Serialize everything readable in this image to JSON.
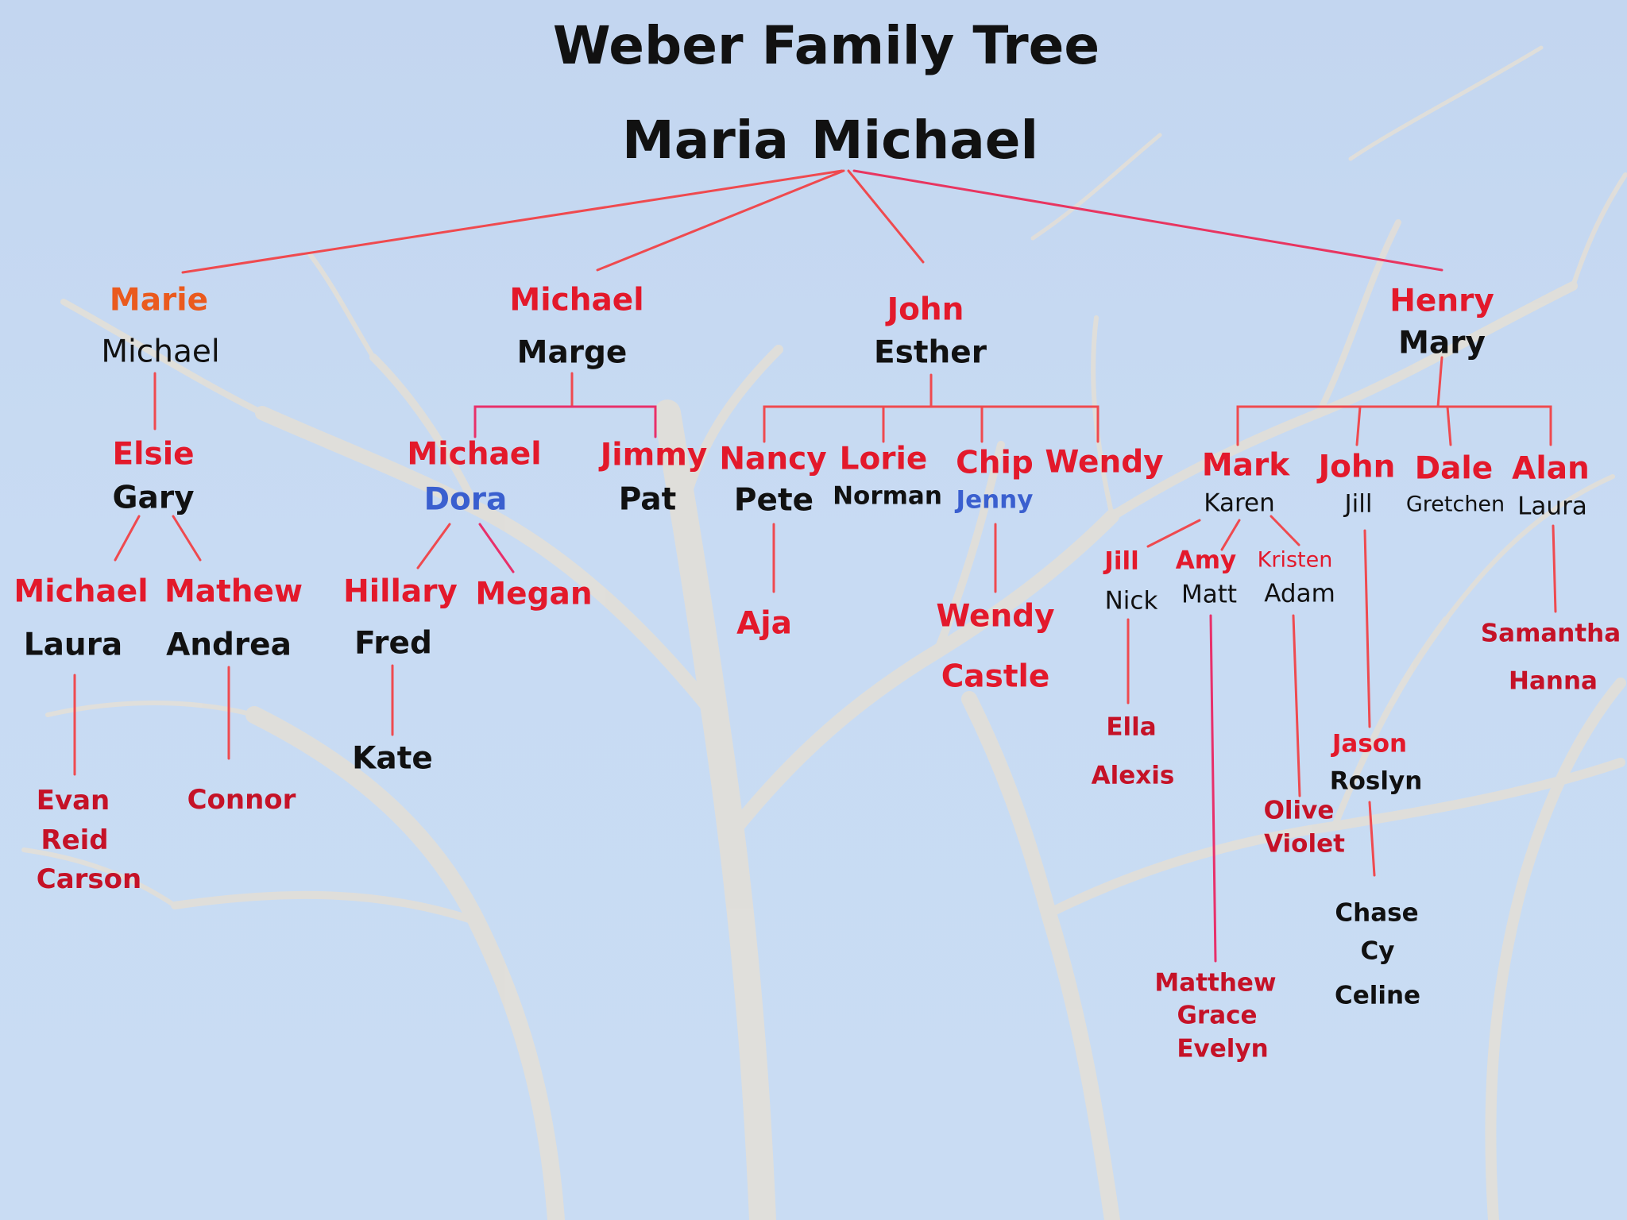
{
  "title": "Weber Family Tree",
  "colors": {
    "blood_relative": "#e3192b",
    "blood_relative_dark": "#c51227",
    "first_child": "#ea5a1e",
    "spouse": "#111111",
    "spouse_alt": "#3a5fcf",
    "connector": "#e8394a",
    "background": "#c6d9f2"
  },
  "root": {
    "left": "Maria",
    "right": "Michael"
  },
  "generation_1": [
    {
      "name": "Marie",
      "spouse": "Michael"
    },
    {
      "name": "Michael",
      "spouse": "Marge"
    },
    {
      "name": "John",
      "spouse": "Esther"
    },
    {
      "name": "Henry",
      "spouse": "Mary"
    }
  ],
  "generation_2": {
    "marie_family": [
      {
        "name": "Elsie",
        "spouse": "Gary"
      }
    ],
    "michael_family": [
      {
        "name": "Michael",
        "spouse": "Dora"
      },
      {
        "name": "Jimmy",
        "spouse": "Pat"
      }
    ],
    "john_family": [
      {
        "name": "Nancy",
        "spouse": "Pete"
      },
      {
        "name": "Lorie",
        "spouse": "Norman"
      },
      {
        "name": "Chip",
        "spouse": "Jenny"
      },
      {
        "name": "Wendy",
        "spouse": ""
      }
    ],
    "henry_family": [
      {
        "name": "Mark",
        "spouse": "Karen"
      },
      {
        "name": "John",
        "spouse": "Jill"
      },
      {
        "name": "Dale",
        "spouse": "Gretchen"
      },
      {
        "name": "Alan",
        "spouse": "Laura"
      }
    ]
  },
  "generation_3": {
    "elsie_children": [
      {
        "name": "Michael",
        "spouse": "Laura"
      },
      {
        "name": "Mathew",
        "spouse": "Andrea"
      }
    ],
    "dora_children": [
      {
        "name": "Hillary",
        "spouse": "Fred"
      },
      {
        "name": "Megan",
        "spouse": ""
      }
    ],
    "nancy_children": [
      "Aja"
    ],
    "chip_children": [
      "Wendy",
      "Castle"
    ],
    "mark_children": [
      {
        "name": "Jill",
        "spouse": "Nick"
      },
      {
        "name": "Amy",
        "spouse": "Matt"
      },
      {
        "name": "Kristen",
        "spouse": "Adam"
      }
    ],
    "john_children": [
      {
        "name": "Jason",
        "spouse": "Roslyn"
      }
    ],
    "alan_children": [
      "Samantha",
      "Hanna"
    ]
  },
  "generation_4": {
    "michael_laura_children": [
      "Evan",
      "Reid",
      "Carson"
    ],
    "mathew_andrea_children": [
      "Connor"
    ],
    "hillary_fred_children": [
      "Kate"
    ],
    "jill_nick_children": [
      "Ella",
      "Alexis"
    ],
    "amy_matt_children": [
      "Matthew",
      "Grace",
      "Evelyn"
    ],
    "kristen_adam_children": [
      "Olive",
      "Violet"
    ],
    "jason_roslyn_children": [
      "Chase",
      "Cy",
      "Celine"
    ]
  }
}
